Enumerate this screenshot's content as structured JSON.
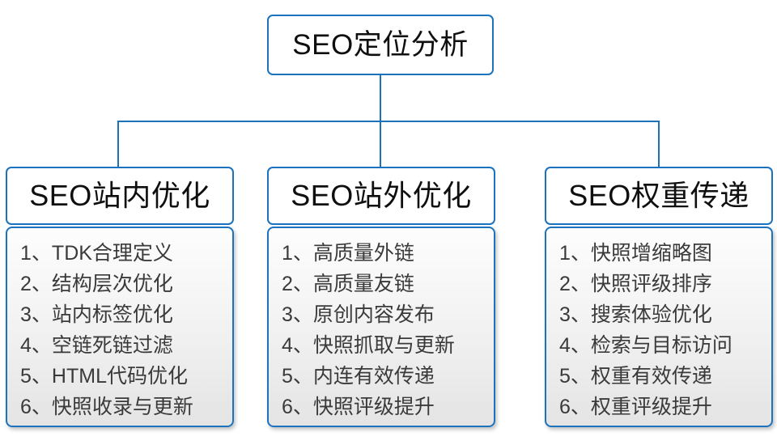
{
  "diagram": {
    "root": {
      "label": "SEO定位分析"
    },
    "accent_color": "#1b72bd",
    "text_color": "#0f0f0f",
    "item_text_color": "#3a3a3a",
    "item_separator": "、",
    "columns": [
      {
        "header": "SEO站内优化",
        "items": [
          {
            "index": "1",
            "text": "TDK合理定义"
          },
          {
            "index": "2",
            "text": "结构层次优化"
          },
          {
            "index": "3",
            "text": "站内标签优化"
          },
          {
            "index": "4",
            "text": "空链死链过滤"
          },
          {
            "index": "5",
            "text": "HTML代码优化"
          },
          {
            "index": "6",
            "text": "快照收录与更新"
          }
        ]
      },
      {
        "header": "SEO站外优化",
        "items": [
          {
            "index": "1",
            "text": "高质量外链"
          },
          {
            "index": "2",
            "text": "高质量友链"
          },
          {
            "index": "3",
            "text": "原创内容发布"
          },
          {
            "index": "4",
            "text": "快照抓取与更新"
          },
          {
            "index": "5",
            "text": "内连有效传递"
          },
          {
            "index": "6",
            "text": "快照评级提升"
          }
        ]
      },
      {
        "header": "SEO权重传递",
        "items": [
          {
            "index": "1",
            "text": "快照增缩略图"
          },
          {
            "index": "2",
            "text": "快照评级排序"
          },
          {
            "index": "3",
            "text": "搜索体验优化"
          },
          {
            "index": "4",
            "text": "检索与目标访问"
          },
          {
            "index": "5",
            "text": "权重有效传递"
          },
          {
            "index": "6",
            "text": "权重评级提升"
          }
        ]
      }
    ]
  }
}
